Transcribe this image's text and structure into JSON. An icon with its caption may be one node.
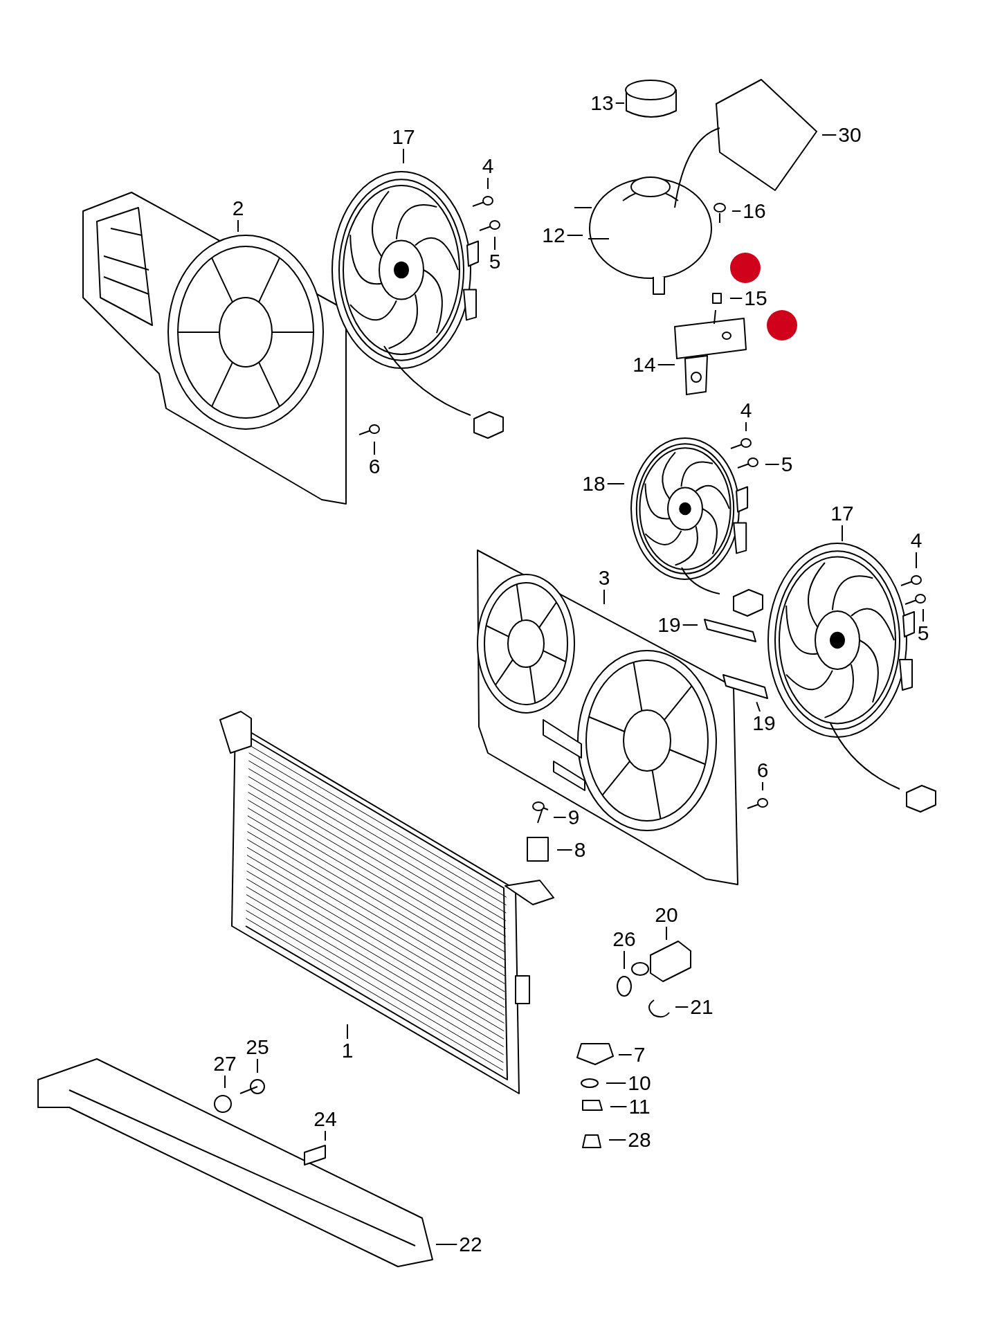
{
  "diagram": {
    "nodes": [
      {
        "text": [
          "13"
        ]
      },
      {
        "text": [
          "17"
        ]
      },
      {
        "text": [
          "30"
        ]
      },
      {
        "text": [
          "4"
        ]
      },
      {
        "text": [
          "2"
        ]
      },
      {
        "text": [
          "16"
        ]
      },
      {
        "text": [
          "12"
        ]
      },
      {
        "text": [
          "5"
        ]
      },
      {
        "text": [
          "15"
        ]
      },
      {
        "text": [
          "14"
        ]
      },
      {
        "text": [
          "4"
        ]
      },
      {
        "text": [
          "6"
        ]
      },
      {
        "text": [
          "5"
        ]
      },
      {
        "text": [
          "18"
        ]
      },
      {
        "text": [
          "17"
        ]
      },
      {
        "text": [
          "4"
        ]
      },
      {
        "text": [
          "3"
        ]
      },
      {
        "text": [
          "19"
        ]
      },
      {
        "text": [
          "5"
        ]
      },
      {
        "text": [
          "19"
        ]
      },
      {
        "text": [
          "6"
        ]
      },
      {
        "text": [
          "9"
        ]
      },
      {
        "text": [
          "8"
        ]
      },
      {
        "text": [
          "20"
        ]
      },
      {
        "text": [
          "26"
        ]
      },
      {
        "text": [
          "21"
        ]
      },
      {
        "text": [
          "25"
        ]
      },
      {
        "text": [
          "1"
        ]
      },
      {
        "text": [
          "7"
        ]
      },
      {
        "text": [
          "27"
        ]
      },
      {
        "text": [
          "10"
        ]
      },
      {
        "text": [
          "11"
        ]
      },
      {
        "text": [
          "24"
        ]
      },
      {
        "text": [
          "28"
        ]
      },
      {
        "text": [
          "22"
        ]
      }
    ],
    "edges": [
      {
        "from": 0,
        "to": null,
        "arrow": "none"
      },
      {
        "from": 1,
        "to": null,
        "arrow": "none"
      },
      {
        "from": 2,
        "to": null,
        "arrow": "none"
      },
      {
        "from": 3,
        "to": null,
        "arrow": "none"
      },
      {
        "from": 4,
        "to": null,
        "arrow": "none"
      },
      {
        "from": 5,
        "to": null,
        "arrow": "none"
      },
      {
        "from": 6,
        "to": null,
        "arrow": "none"
      },
      {
        "from": 7,
        "to": null,
        "arrow": "none"
      },
      {
        "from": 8,
        "to": null,
        "arrow": "none"
      },
      {
        "from": 9,
        "to": null,
        "arrow": "none"
      },
      {
        "from": 10,
        "to": null,
        "arrow": "none"
      },
      {
        "from": 11,
        "to": null,
        "arrow": "none"
      },
      {
        "from": 12,
        "to": null,
        "arrow": "none"
      },
      {
        "from": 13,
        "to": null,
        "arrow": "none"
      },
      {
        "from": 14,
        "to": null,
        "arrow": "none"
      },
      {
        "from": 15,
        "to": null,
        "arrow": "none"
      },
      {
        "from": 16,
        "to": null,
        "arrow": "none"
      },
      {
        "from": 17,
        "to": null,
        "arrow": "none"
      },
      {
        "from": 18,
        "to": null,
        "arrow": "none"
      },
      {
        "from": 19,
        "to": null,
        "arrow": "none"
      },
      {
        "from": 20,
        "to": null,
        "arrow": "none"
      },
      {
        "from": 21,
        "to": null,
        "arrow": "none"
      },
      {
        "from": 22,
        "to": null,
        "arrow": "none"
      },
      {
        "from": 23,
        "to": null,
        "arrow": "none"
      },
      {
        "from": 24,
        "to": null,
        "arrow": "none"
      },
      {
        "from": 25,
        "to": null,
        "arrow": "none"
      },
      {
        "from": 26,
        "to": null,
        "arrow": "none"
      },
      {
        "from": 27,
        "to": null,
        "arrow": "none"
      },
      {
        "from": 28,
        "to": null,
        "arrow": "none"
      },
      {
        "from": 29,
        "to": null,
        "arrow": "none"
      },
      {
        "from": 30,
        "to": null,
        "arrow": "none"
      },
      {
        "from": 31,
        "to": null,
        "arrow": "none"
      },
      {
        "from": 32,
        "to": null,
        "arrow": "none"
      },
      {
        "from": 33,
        "to": null,
        "arrow": "none"
      },
      {
        "from": 34,
        "to": null,
        "arrow": "none"
      }
    ]
  }
}
